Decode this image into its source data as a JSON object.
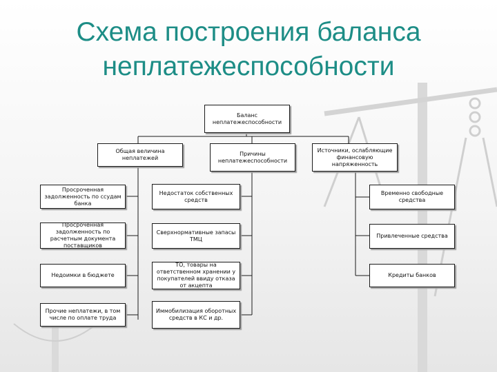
{
  "title": {
    "line1": "Схема построения баланса",
    "line2": "неплатежеспособности"
  },
  "root": "Баланс неплатежеспособности",
  "columns": {
    "left": {
      "header": "Общая величина неплатежей",
      "items": [
        "Просроченная задолженность по ссудам банка",
        "Просроченная задолженность по расчетным документа поставщиков",
        "Недоимки в бюджете",
        "Прочие неплатежи, в том числе по оплате труда"
      ]
    },
    "middle": {
      "header": "Причины неплатежеспособности",
      "items": [
        "Недостаток собственных средств",
        "Сверхнормативные запасы ТМЦ",
        "ТО, товары на ответственном хранении у покупателей ввиду отказа от акцепта",
        "Иммобилизация оборотных средств в КС и др."
      ]
    },
    "right": {
      "header": "Источники, ослабляющие финансовую напряженность",
      "items": [
        "Временно свободные средства",
        "Привлеченные средства",
        "Кредиты банков"
      ]
    }
  }
}
